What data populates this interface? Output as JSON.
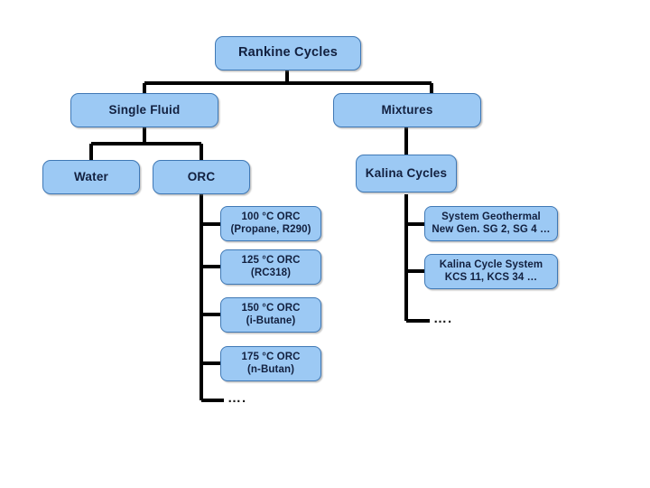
{
  "diagram": {
    "title": "Rankine Cycles classification tree",
    "colors": {
      "node_fill": "#9cc9f4",
      "node_border": "#3f78b5",
      "connector": "#000000",
      "text": "#12203f",
      "background": "#ffffff"
    },
    "root": {
      "label": "Rankine Cycles"
    },
    "level2": [
      {
        "label": "Single Fluid"
      },
      {
        "label": "Mixtures"
      }
    ],
    "level3": [
      {
        "label": "Water"
      },
      {
        "label": "ORC"
      },
      {
        "label": "Kalina Cycles"
      }
    ],
    "orc_leaves": [
      {
        "line1": "100 °C ORC",
        "line2": "(Propane, R290)"
      },
      {
        "line1": "125 °C ORC",
        "line2": "(RC318)"
      },
      {
        "line1": "150 °C ORC",
        "line2": "(i-Butane)"
      },
      {
        "line1": "175 °C ORC",
        "line2": "(n-Butan)"
      }
    ],
    "kalina_leaves": [
      {
        "line1": "System Geothermal",
        "line2": "New Gen. SG 2, SG 4 …"
      },
      {
        "line1": "Kalina Cycle System",
        "line2": "KCS 11, KCS 34 …"
      }
    ],
    "continuation": {
      "orc_more": "….",
      "kalina_more": "…."
    }
  }
}
